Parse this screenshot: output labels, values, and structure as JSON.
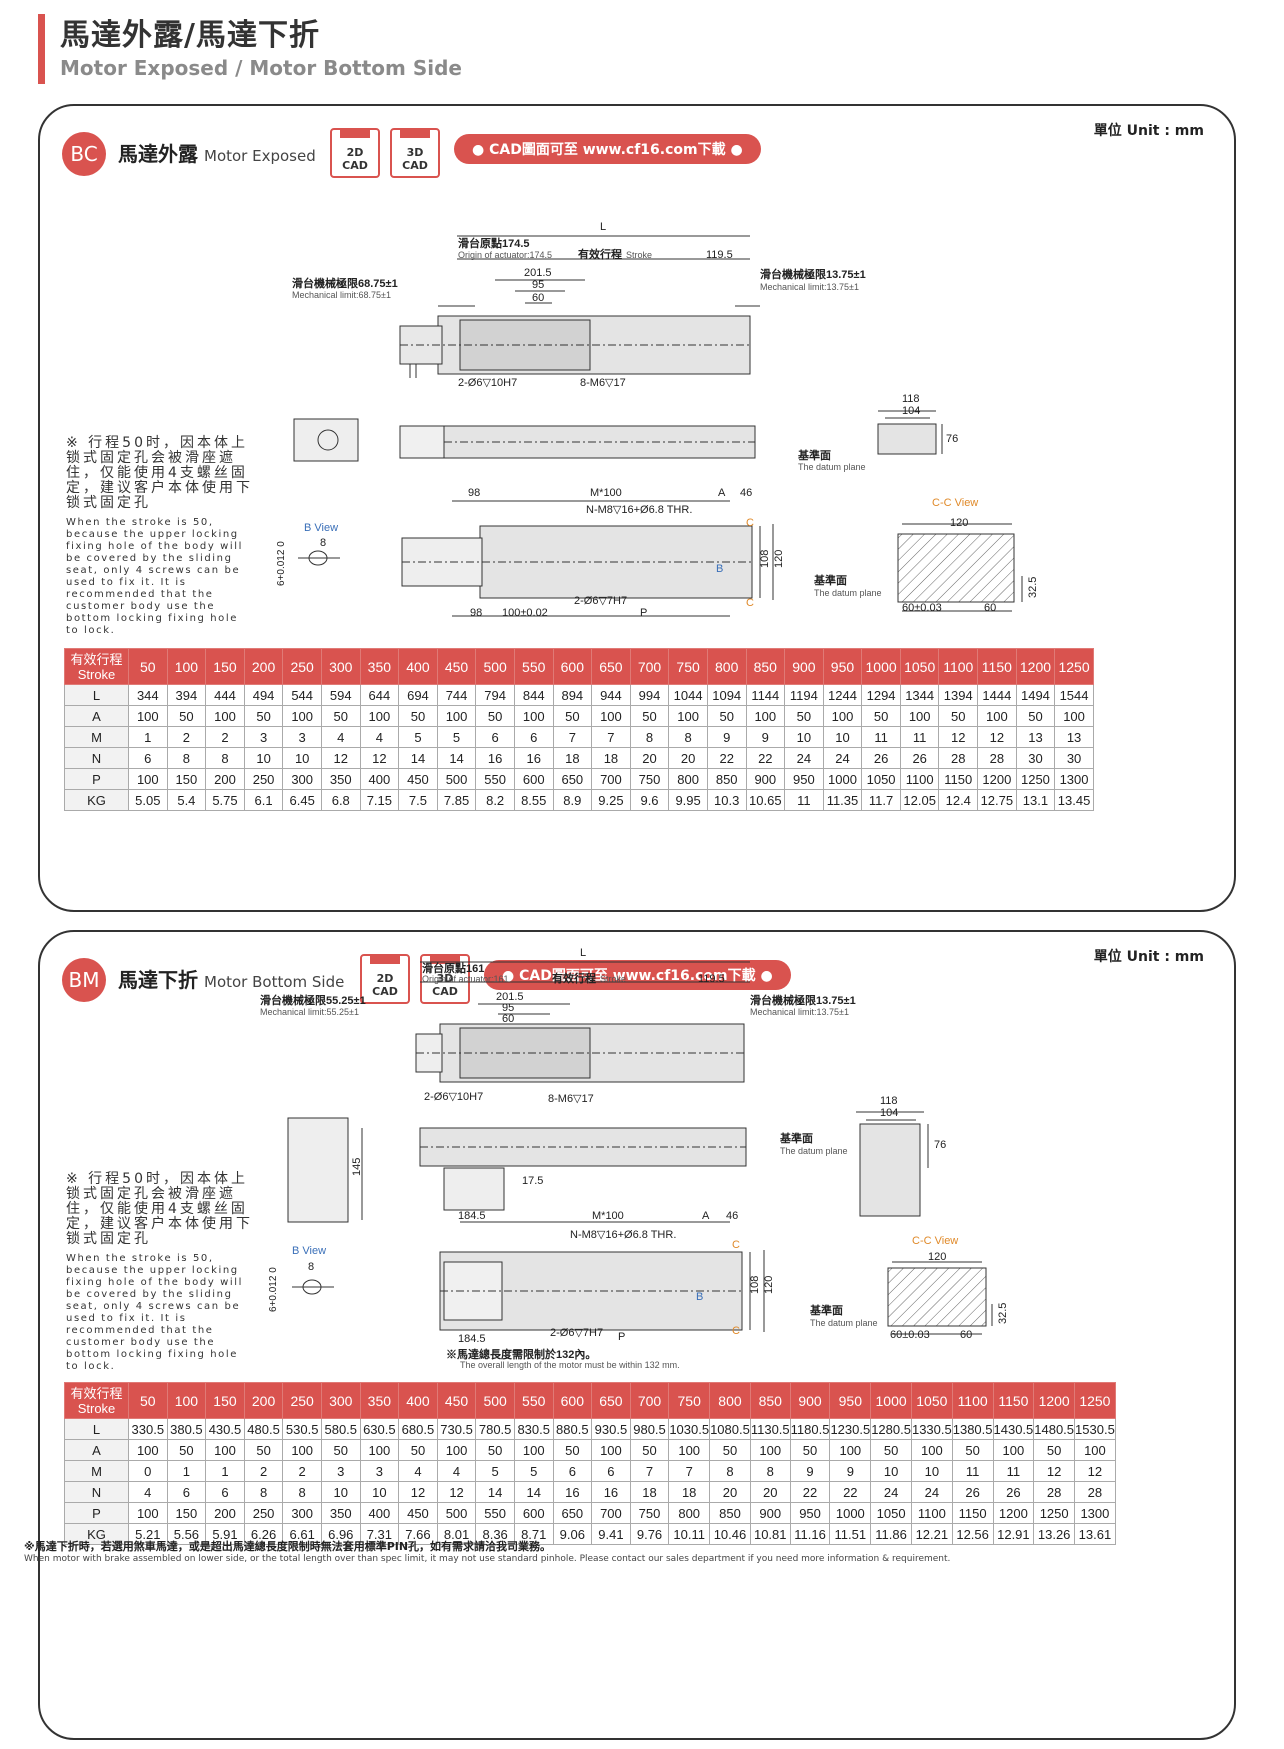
{
  "header": {
    "title_zh": "馬達外露/馬達下折",
    "title_en": "Motor Exposed / Motor Bottom Side"
  },
  "common": {
    "unit": "單位 Unit : mm",
    "cad2d": [
      "2D",
      "CAD"
    ],
    "cad3d": [
      "3D",
      "CAD"
    ],
    "cad_link": "● CAD圖面可至 www.cf16.com下載 ●",
    "note_zh": "※ 行程50时，因本体上锁式固定孔会被滑座遮住，仅能使用4支螺丝固定，建议客户本体使用下锁式固定孔",
    "note_en": "When the stroke is 50, because the upper locking fixing hole of the body will be covered by the sliding seat, only 4 screws can be used to fix it. It is recommended that the customer body use the bottom locking fixing hole to lock."
  },
  "bc": {
    "code": "BC",
    "title_zh": "馬達外露",
    "title_en": "Motor Exposed",
    "labels": {
      "L": "L",
      "origin_zh": "滑台原點174.5",
      "origin_en": "Origin of actuator:174.5",
      "stroke_zh": "有效行程",
      "stroke_en": "Stroke",
      "d119": "119.5",
      "d201": "201.5",
      "d95": "95",
      "d60": "60",
      "mech_left_zh": "滑台機械極限68.75±1",
      "mech_left_en": "Mechanical limit:68.75±1",
      "mech_right_zh": "滑台機械極限13.75±1",
      "mech_right_en": "Mechanical limit:13.75±1",
      "hole1": "2-Ø6▽10H7",
      "hole2": "8-M6▽17",
      "d118": "118",
      "d104": "104",
      "d76": "76",
      "datum_zh": "基準面",
      "datum_en": "The datum plane",
      "d98": "98",
      "m100": "M*100",
      "A": "A",
      "d46": "46",
      "thr": "N-M8▽16+Ø6.8 THR.",
      "C": "C",
      "B": "B",
      "d108": "108",
      "d120": "120",
      "hole3": "2-Ø6▽7H7",
      "P": "P",
      "d98b": "98",
      "d100": "100±0.02",
      "bview": "B View",
      "b8": "8",
      "tol": "6+0.012 0",
      "ccview": "C-C View",
      "cc120": "120",
      "cc325": "32.5",
      "cc60a": "60±0.03",
      "cc60b": "60"
    },
    "table": {
      "head": [
        "有效行程",
        "Stroke"
      ],
      "strokes": [
        "50",
        "100",
        "150",
        "200",
        "250",
        "300",
        "350",
        "400",
        "450",
        "500",
        "550",
        "600",
        "650",
        "700",
        "750",
        "800",
        "850",
        "900",
        "950",
        "1000",
        "1050",
        "1100",
        "1150",
        "1200",
        "1250"
      ],
      "rows": [
        {
          "name": "L",
          "v": [
            "344",
            "394",
            "444",
            "494",
            "544",
            "594",
            "644",
            "694",
            "744",
            "794",
            "844",
            "894",
            "944",
            "994",
            "1044",
            "1094",
            "1144",
            "1194",
            "1244",
            "1294",
            "1344",
            "1394",
            "1444",
            "1494",
            "1544"
          ]
        },
        {
          "name": "A",
          "v": [
            "100",
            "50",
            "100",
            "50",
            "100",
            "50",
            "100",
            "50",
            "100",
            "50",
            "100",
            "50",
            "100",
            "50",
            "100",
            "50",
            "100",
            "50",
            "100",
            "50",
            "100",
            "50",
            "100",
            "50",
            "100"
          ]
        },
        {
          "name": "M",
          "v": [
            "1",
            "2",
            "2",
            "3",
            "3",
            "4",
            "4",
            "5",
            "5",
            "6",
            "6",
            "7",
            "7",
            "8",
            "8",
            "9",
            "9",
            "10",
            "10",
            "11",
            "11",
            "12",
            "12",
            "13",
            "13"
          ]
        },
        {
          "name": "N",
          "v": [
            "6",
            "8",
            "8",
            "10",
            "10",
            "12",
            "12",
            "14",
            "14",
            "16",
            "16",
            "18",
            "18",
            "20",
            "20",
            "22",
            "22",
            "24",
            "24",
            "26",
            "26",
            "28",
            "28",
            "30",
            "30"
          ]
        },
        {
          "name": "P",
          "v": [
            "100",
            "150",
            "200",
            "250",
            "300",
            "350",
            "400",
            "450",
            "500",
            "550",
            "600",
            "650",
            "700",
            "750",
            "800",
            "850",
            "900",
            "950",
            "1000",
            "1050",
            "1100",
            "1150",
            "1200",
            "1250",
            "1300"
          ]
        },
        {
          "name": "KG",
          "v": [
            "5.05",
            "5.4",
            "5.75",
            "6.1",
            "6.45",
            "6.8",
            "7.15",
            "7.5",
            "7.85",
            "8.2",
            "8.55",
            "8.9",
            "9.25",
            "9.6",
            "9.95",
            "10.3",
            "10.65",
            "11",
            "11.35",
            "11.7",
            "12.05",
            "12.4",
            "12.75",
            "13.1",
            "13.45"
          ]
        }
      ]
    }
  },
  "bm": {
    "code": "BM",
    "title_zh": "馬達下折",
    "title_en": "Motor Bottom Side",
    "labels": {
      "L": "L",
      "origin_zh": "滑台原點161",
      "origin_en": "Origin of actuator:161",
      "stroke_zh": "有效行程",
      "stroke_en": "Stroke",
      "d119": "119.5",
      "d201": "201.5",
      "d95": "95",
      "d60": "60",
      "mech_left_zh": "滑台機械極限55.25±1",
      "mech_left_en": "Mechanical limit:55.25±1",
      "mech_right_zh": "滑台機械極限13.75±1",
      "mech_right_en": "Mechanical limit:13.75±1",
      "hole1": "2-Ø6▽10H7",
      "hole2": "8-M6▽17",
      "d118": "118",
      "d104": "104",
      "d76": "76",
      "d145": "145",
      "d175": "17.5",
      "datum_zh": "基準面",
      "datum_en": "The datum plane",
      "d184": "184.5",
      "m100": "M*100",
      "A": "A",
      "d46": "46",
      "thr": "N-M8▽16+Ø6.8 THR.",
      "C": "C",
      "B": "B",
      "d108": "108",
      "d120": "120",
      "hole3": "2-Ø6▽7H7",
      "P": "P",
      "d184b": "184.5",
      "motor_note_zh": "※馬達總長度需限制於132內。",
      "motor_note_en": "The overall length of the motor must be within 132 mm.",
      "bview": "B View",
      "b8": "8",
      "tol": "6+0.012 0",
      "ccview": "C-C View",
      "cc120": "120",
      "cc325": "32.5",
      "cc60a": "60±0.03",
      "cc60b": "60"
    },
    "table": {
      "head": [
        "有效行程",
        "Stroke"
      ],
      "strokes": [
        "50",
        "100",
        "150",
        "200",
        "250",
        "300",
        "350",
        "400",
        "450",
        "500",
        "550",
        "600",
        "650",
        "700",
        "750",
        "800",
        "850",
        "900",
        "950",
        "1000",
        "1050",
        "1100",
        "1150",
        "1200",
        "1250"
      ],
      "rows": [
        {
          "name": "L",
          "v": [
            "330.5",
            "380.5",
            "430.5",
            "480.5",
            "530.5",
            "580.5",
            "630.5",
            "680.5",
            "730.5",
            "780.5",
            "830.5",
            "880.5",
            "930.5",
            "980.5",
            "1030.5",
            "1080.5",
            "1130.5",
            "1180.5",
            "1230.5",
            "1280.5",
            "1330.5",
            "1380.5",
            "1430.5",
            "1480.5",
            "1530.5"
          ]
        },
        {
          "name": "A",
          "v": [
            "100",
            "50",
            "100",
            "50",
            "100",
            "50",
            "100",
            "50",
            "100",
            "50",
            "100",
            "50",
            "100",
            "50",
            "100",
            "50",
            "100",
            "50",
            "100",
            "50",
            "100",
            "50",
            "100",
            "50",
            "100"
          ]
        },
        {
          "name": "M",
          "v": [
            "0",
            "1",
            "1",
            "2",
            "2",
            "3",
            "3",
            "4",
            "4",
            "5",
            "5",
            "6",
            "6",
            "7",
            "7",
            "8",
            "8",
            "9",
            "9",
            "10",
            "10",
            "11",
            "11",
            "12",
            "12"
          ]
        },
        {
          "name": "N",
          "v": [
            "4",
            "6",
            "6",
            "8",
            "8",
            "10",
            "10",
            "12",
            "12",
            "14",
            "14",
            "16",
            "16",
            "18",
            "18",
            "20",
            "20",
            "22",
            "22",
            "24",
            "24",
            "26",
            "26",
            "28",
            "28"
          ]
        },
        {
          "name": "P",
          "v": [
            "100",
            "150",
            "200",
            "250",
            "300",
            "350",
            "400",
            "450",
            "500",
            "550",
            "600",
            "650",
            "700",
            "750",
            "800",
            "850",
            "900",
            "950",
            "1000",
            "1050",
            "1100",
            "1150",
            "1200",
            "1250",
            "1300"
          ]
        },
        {
          "name": "KG",
          "v": [
            "5.21",
            "5.56",
            "5.91",
            "6.26",
            "6.61",
            "6.96",
            "7.31",
            "7.66",
            "8.01",
            "8.36",
            "8.71",
            "9.06",
            "9.41",
            "9.76",
            "10.11",
            "10.46",
            "10.81",
            "11.16",
            "11.51",
            "11.86",
            "12.21",
            "12.56",
            "12.91",
            "13.26",
            "13.61"
          ]
        }
      ]
    },
    "footnote_zh": "※馬達下折時，若選用煞車馬達，或是超出馬達總長度限制時無法套用標準PIN孔，如有需求請洽我司業務。",
    "footnote_en": "When motor with brake assembled on lower side, or the total length over than spec limit, it may not use standard pinhole. Please contact our sales department if you need more information & requirement."
  }
}
